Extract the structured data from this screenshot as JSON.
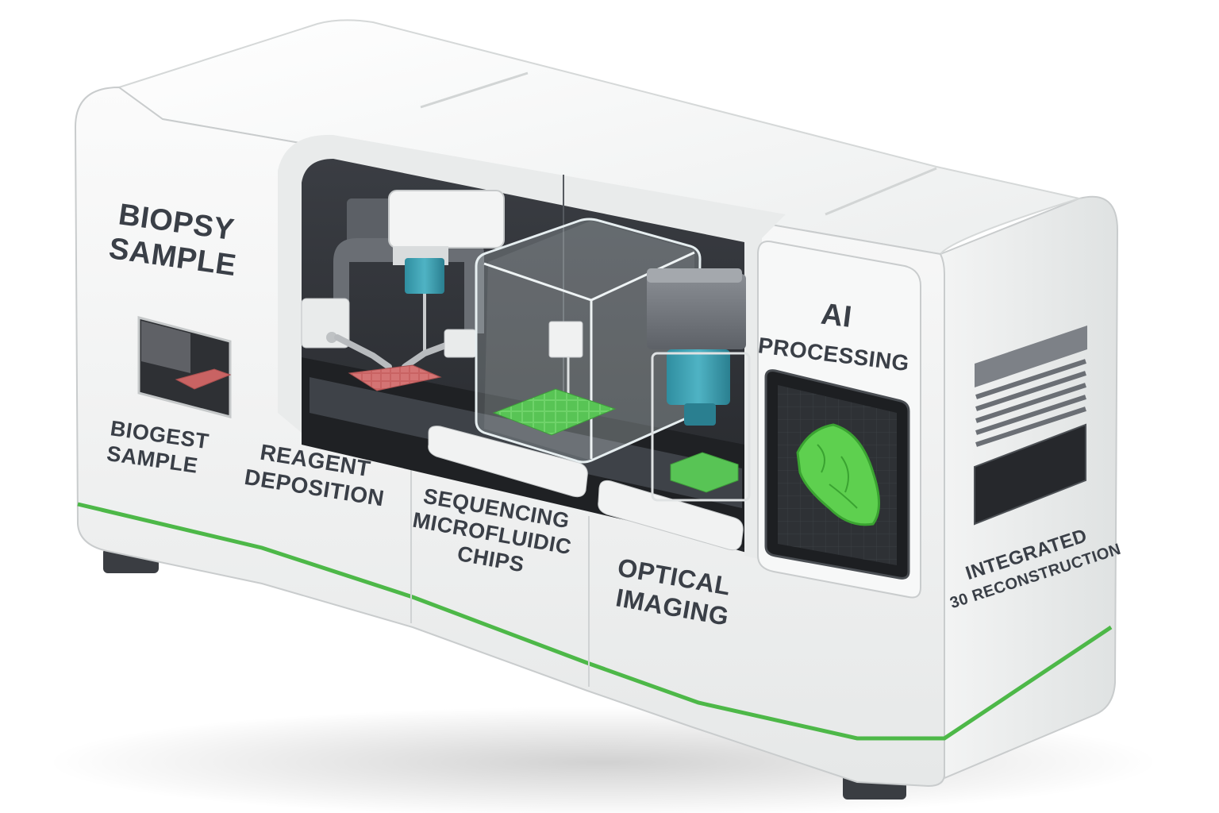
{
  "labels": {
    "biopsy_sample": [
      "BIOPSY",
      "SAMPLE"
    ],
    "biogest_sample": [
      "BIOGEST",
      "SAMPLE"
    ],
    "reagent_deposition": [
      "REAGENT",
      "DEPOSITION"
    ],
    "sequencing": [
      "SEQUENCING",
      "MICROFLUIDIC",
      "CHIPS"
    ],
    "optical_imaging": [
      "OPTICAL",
      "IMAGING"
    ],
    "ai_processing": [
      "AI",
      "PROCESSING"
    ],
    "integrated": [
      "INTEGRATED",
      "30 RECONSTRUCTION"
    ]
  },
  "colors": {
    "accent_green": "#4db848",
    "teal": "#3a9fb0",
    "tissue": "#c96363",
    "body_white": "#f4f5f5",
    "interior_dark": "#2f3237",
    "text": "#3a3f47"
  }
}
